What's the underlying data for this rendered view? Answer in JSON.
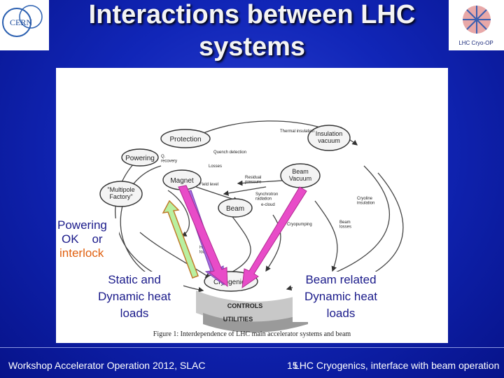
{
  "slide": {
    "title_line1": "Interactions between LHC",
    "title_line2": "systems"
  },
  "logos": {
    "cern_text": "CERN",
    "cryo_text": "LHC Cryo-OP"
  },
  "diagram": {
    "nodes": {
      "protection": "Protection",
      "powering": "Powering",
      "magnet": "Magnet",
      "multipole": "\"Multipole\nFactory\"",
      "insulation": "Insulation\nvacuum",
      "beam_vacuum": "Beam\nVacuum",
      "beam": "Beam",
      "cryogenics": "Cryogenics"
    },
    "edge_labels": {
      "quench_detection": "Quench detection",
      "q_recovery": "Q.\nrecovery",
      "losses": "Losses",
      "field_level": "Field level",
      "residual_pressure": "Residual\npressure",
      "synchrotron_radiation": "Synchrotron\nradiation",
      "e_cloud": "e-cloud",
      "thermal_insulation": "Thermal insulation",
      "cryopumping": "Cryopumping",
      "cryoline_insulation": "Cryoline\ninsulation",
      "beam_losses": "Beam\nlosses",
      "heat_loads": "Heat\nloads"
    },
    "bands": {
      "controls": "CONTROLS",
      "utilities": "UTILITIES"
    },
    "caption": "Figure 1: Interdependence of LHC main accelerator systems and beam"
  },
  "annotations": {
    "powering_line1": "Powering",
    "powering_line2": "OK    or",
    "powering_line3": "interlock",
    "static_line1": "Static and",
    "static_line2": "Dynamic heat",
    "static_line3": "loads",
    "beam_line1": "Beam related",
    "beam_line2": "Dynamic heat",
    "beam_line3": "loads"
  },
  "footer": {
    "left": "Workshop Accelerator Operation 2012, SLAC",
    "page_number": "15",
    "right": "LHC Cryogenics, interface with beam operation"
  },
  "colors": {
    "background": "#1126b8",
    "arrow_green": "#b9f0a0",
    "arrow_purple": "#a46de0",
    "arrow_pink": "#e84cc8"
  }
}
